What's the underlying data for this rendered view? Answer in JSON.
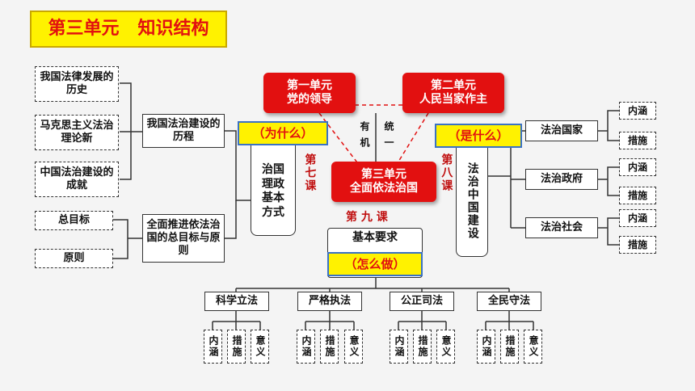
{
  "title": "第三单元   知识结构",
  "center": {
    "unit1": {
      "line1": "第一单元",
      "line2": "党的领导"
    },
    "unit2": {
      "line1": "第二单元",
      "line2": "人民当家作主"
    },
    "unit3": {
      "line1": "第三单元",
      "line2": "全面依法治国"
    },
    "youji": "有机",
    "tongyi": "统一"
  },
  "left": {
    "history_items": [
      "我国法律发展的历史",
      "马克思主义法治理论新",
      "中国法治建设的成就"
    ],
    "history_hub": "我国法治建设的历程",
    "goal_items": [
      "总目标",
      "原则"
    ],
    "goal_hub": "全面推进依法治国的总目标与原则",
    "why": "（为什么）",
    "fangshi": "治国理政基本方式",
    "lesson7": "第七课"
  },
  "right": {
    "what": "（是什么）",
    "china": "法治中国建设",
    "lesson8": "第八课",
    "items": [
      {
        "label": "法治国家",
        "subs": [
          "内涵",
          "措施"
        ]
      },
      {
        "label": "法治政府",
        "subs": [
          "内涵",
          "措施"
        ]
      },
      {
        "label": "法治社会",
        "subs": [
          "内涵",
          "措施"
        ]
      }
    ]
  },
  "bottom": {
    "lesson9": "第 九 课",
    "basic": "基本要求",
    "how": "（怎么做）",
    "items": [
      {
        "label": "科学立法",
        "subs": [
          "内涵",
          "措施",
          "意义"
        ]
      },
      {
        "label": "严格执法",
        "subs": [
          "内涵",
          "措施",
          "意义"
        ]
      },
      {
        "label": "公正司法",
        "subs": [
          "内涵",
          "措施",
          "意义"
        ]
      },
      {
        "label": "全民守法",
        "subs": [
          "内涵",
          "措施",
          "意义"
        ]
      }
    ]
  },
  "colors": {
    "accent_red": "#e21010",
    "title_yellow": "#fff200",
    "line": "#333333"
  }
}
